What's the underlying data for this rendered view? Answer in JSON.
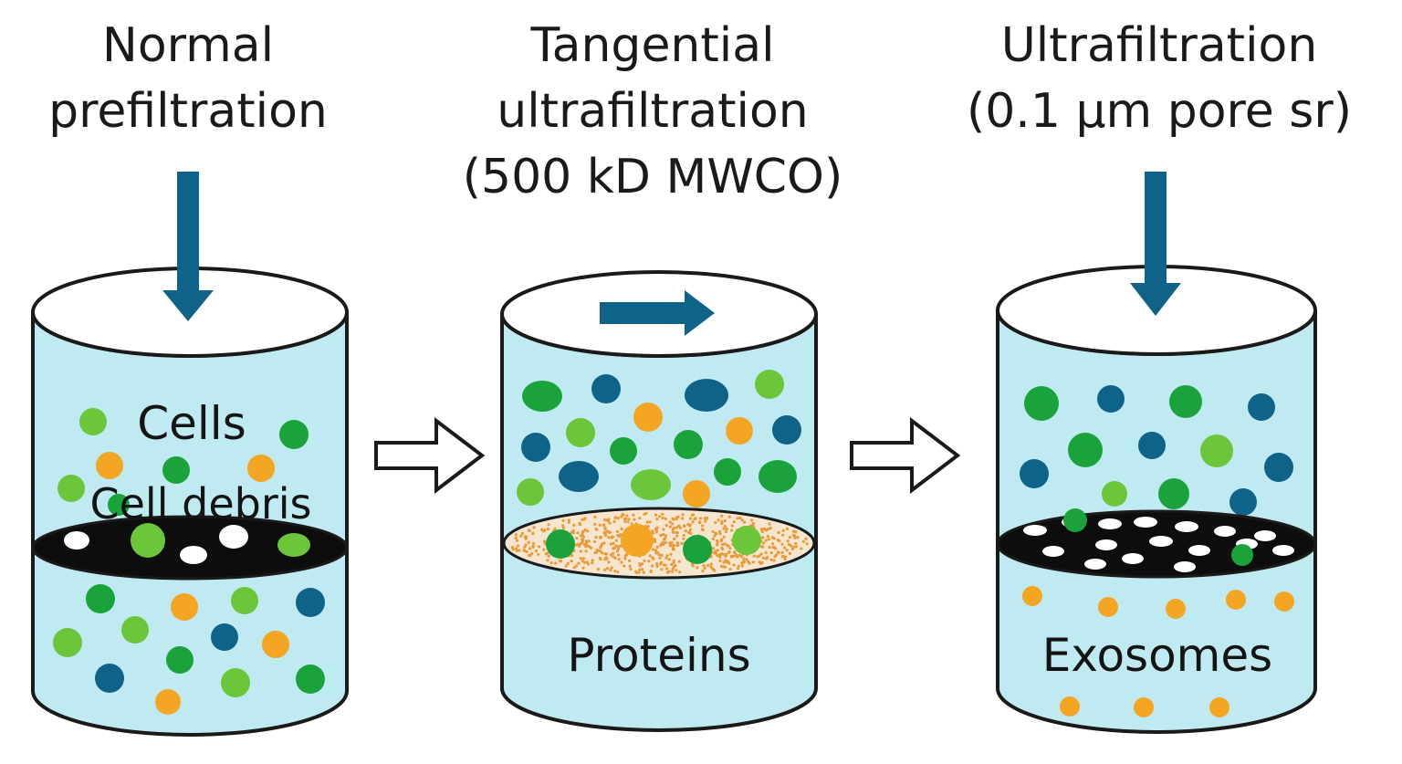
{
  "stages": [
    {
      "title_lines": [
        "Normal",
        "prefiltration"
      ],
      "labels": {
        "upper": "Cells",
        "middle": "Cell debris"
      },
      "flow_icon": "arrow-down-icon",
      "membrane": "black-filter-with-white-pores"
    },
    {
      "title_lines": [
        "Tangential",
        "ultrafiltration",
        "(500 kD MWCO)"
      ],
      "labels": {
        "lower": "Proteins"
      },
      "flow_icon": "arrow-right-icon",
      "membrane": "dotted-orange-membrane"
    },
    {
      "title_lines": [
        "Ultrafiltration",
        "(0.1 µm pore sr)"
      ],
      "labels": {
        "lower": "Exosomes"
      },
      "flow_icon": "arrow-down-icon",
      "membrane": "black-filter-with-white-pores"
    }
  ],
  "connectors": [
    "outline-arrow-right-icon",
    "outline-arrow-right-icon"
  ],
  "colors": {
    "liquid": "#bfeaf2",
    "outline": "#1a1a1a",
    "flow_arrow": "#0f6388",
    "particle_dark_green": "#1aa33a",
    "particle_light_green": "#6cc63a",
    "particle_teal": "#0f6388",
    "particle_orange": "#f4a521",
    "membrane_black": "#0d0d0d",
    "pore_white": "#ffffff"
  }
}
